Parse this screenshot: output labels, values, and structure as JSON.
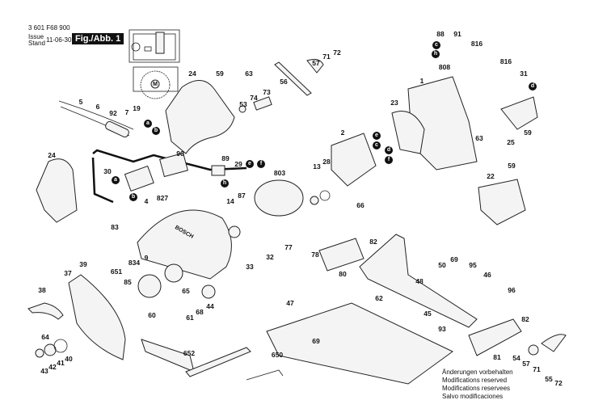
{
  "header": {
    "part_number": "3 601 F68 900",
    "issue_label": "Issue",
    "stand_label": "Stand",
    "date": "11-06-30",
    "figure": "Fig./Abb. 1"
  },
  "diagram": {
    "brand_on_blade_guard": "BOSCH",
    "motor_symbol": "M",
    "part_labels": [
      "5",
      "6",
      "92",
      "7",
      "19",
      "24",
      "59",
      "63",
      "53",
      "74",
      "73",
      "56",
      "57",
      "71",
      "72",
      "88",
      "91",
      "816",
      "816",
      "808",
      "1",
      "31",
      "23",
      "2",
      "59",
      "63",
      "25",
      "24",
      "30",
      "90",
      "89",
      "29",
      "13",
      "28",
      "87",
      "803",
      "66",
      "4",
      "83",
      "827",
      "14",
      "22",
      "59",
      "651",
      "9",
      "33",
      "32",
      "77",
      "78",
      "82",
      "834",
      "39",
      "37",
      "85",
      "65",
      "44",
      "80",
      "62",
      "48",
      "50",
      "69",
      "95",
      "46",
      "38",
      "60",
      "61",
      "68",
      "45",
      "93",
      "96",
      "82",
      "47",
      "64",
      "43",
      "42",
      "41",
      "40",
      "652",
      "69",
      "650",
      "81",
      "54",
      "57",
      "71",
      "55",
      "72"
    ],
    "connector_labels": [
      "a",
      "b",
      "a",
      "b",
      "e",
      "f",
      "h",
      "e",
      "c",
      "d",
      "f",
      "c",
      "h",
      "d"
    ]
  },
  "notes": [
    "Änderungen vorbehalten",
    "Modifications reserved",
    "Modifications reservees",
    "Salvo modificaciones"
  ]
}
